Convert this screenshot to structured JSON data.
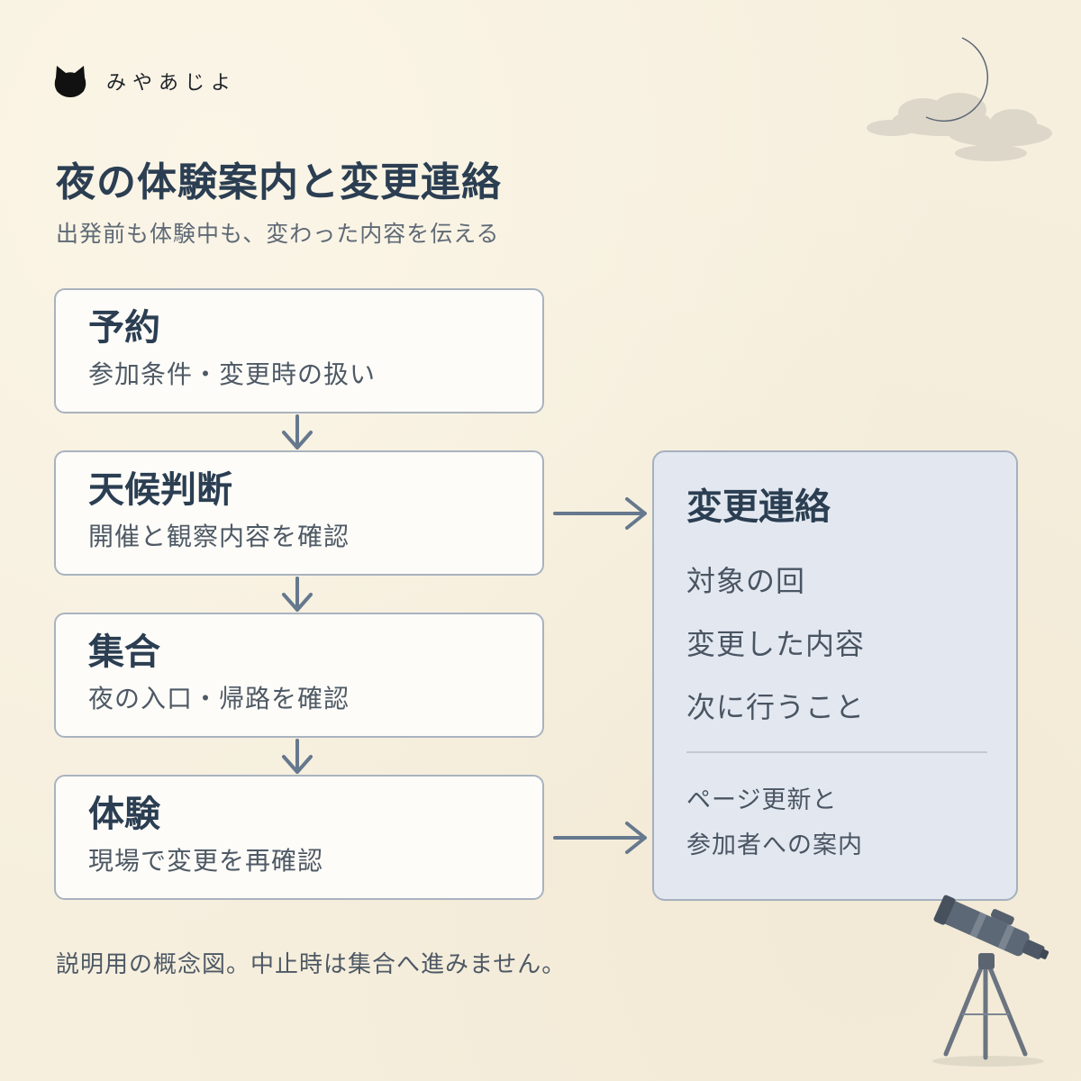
{
  "brand": {
    "name": "みやあじよ",
    "logo": "cat-head-icon"
  },
  "header": {
    "title": "夜の体験案内と変更連絡",
    "subtitle": "出発前も体験中も、変わった内容を伝える"
  },
  "flow": {
    "steps": [
      {
        "title": "予約",
        "desc": "参加条件・変更時の扱い"
      },
      {
        "title": "天候判断",
        "desc": "開催と観察内容を確認"
      },
      {
        "title": "集合",
        "desc": "夜の入口・帰路を確認"
      },
      {
        "title": "体験",
        "desc": "現場で変更を再確認"
      }
    ]
  },
  "panel": {
    "title": "変更連絡",
    "items": [
      "対象の回",
      "変更した内容",
      "次に行うこと"
    ],
    "note_lines": [
      "ページ更新と",
      "参加者への案内"
    ]
  },
  "footer": {
    "note": "説明用の概念図。中止時は集合へ進みません。"
  },
  "decorations": [
    "crescent-moon-icon",
    "cloud-icon",
    "telescope-icon"
  ],
  "colors": {
    "background": "#f6efde",
    "title": "#2b3e52",
    "panel_bg": "#e3e8f0",
    "arrow": "#66788d",
    "box_border": "#a9b3bf"
  }
}
